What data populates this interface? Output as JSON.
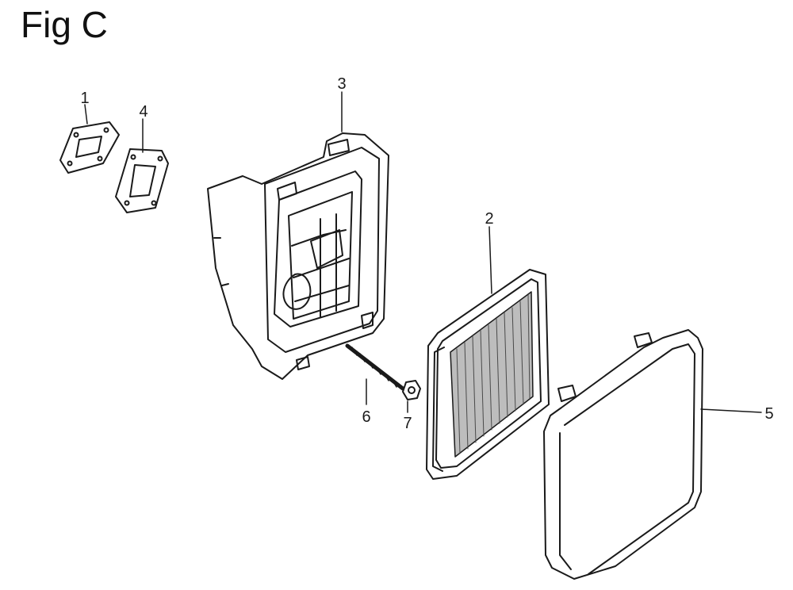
{
  "figure": {
    "title": "Fig C"
  },
  "callouts": [
    {
      "label": "1",
      "part": "gasket-small"
    },
    {
      "label": "4",
      "part": "gasket-large"
    },
    {
      "label": "3",
      "part": "air-cleaner-case"
    },
    {
      "label": "2",
      "part": "air-filter-element"
    },
    {
      "label": "6",
      "part": "stud-bolt"
    },
    {
      "label": "7",
      "part": "nut"
    },
    {
      "label": "5",
      "part": "air-cleaner-cover"
    }
  ],
  "colors": {
    "line": "#1a1a1a",
    "background": "#ffffff",
    "filter_fill": "#bdbdbd"
  }
}
